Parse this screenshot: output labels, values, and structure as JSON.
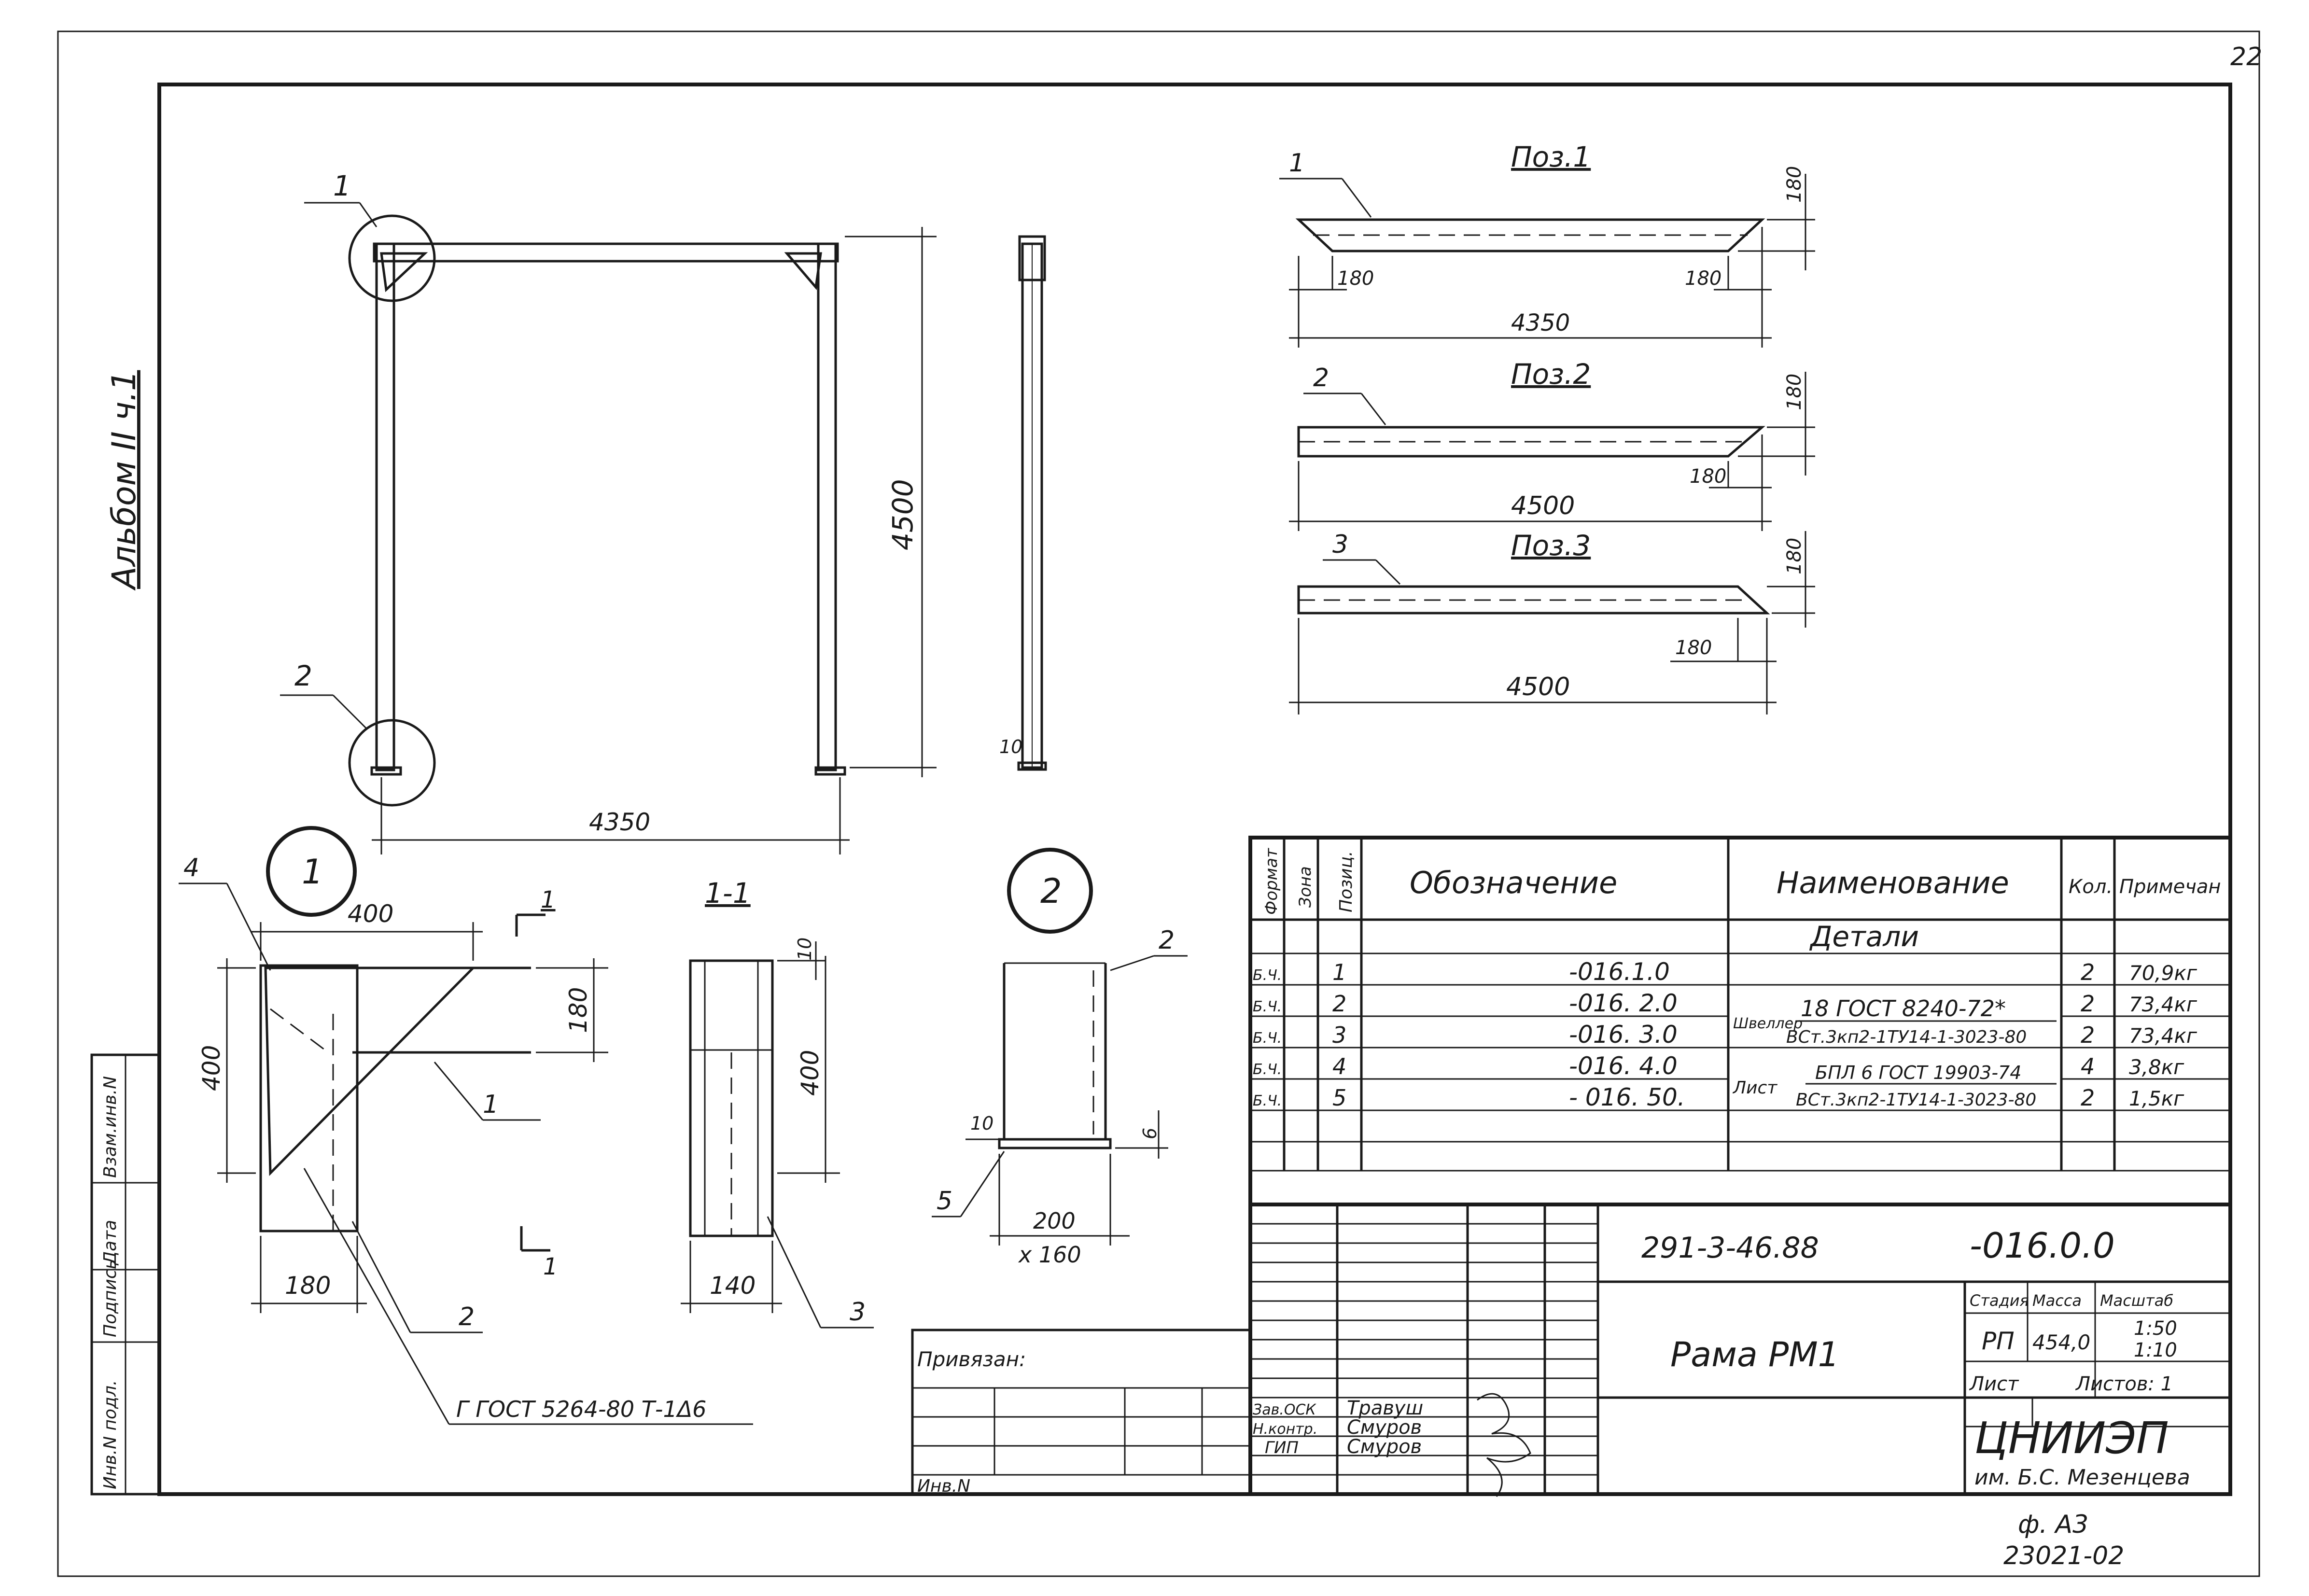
{
  "sheet": {
    "page_number": "22",
    "album_label": "Альбом II ч.1",
    "format_label": "ф. А3",
    "format_code": "23021-02"
  },
  "frame_view": {
    "callout_1": "1",
    "callout_2": "2",
    "width_dim": "4350",
    "height_dim": "4500",
    "side_base_dim": "10"
  },
  "pos1": {
    "title": "Поз.1",
    "leader": "1",
    "cut_left": "180",
    "cut_right": "180",
    "height": "180",
    "length": "4350"
  },
  "pos2": {
    "title": "Поз.2",
    "leader": "2",
    "cut": "180",
    "height": "180",
    "length": "4500"
  },
  "pos3": {
    "title": "Поз.3",
    "leader": "3",
    "cut": "180",
    "height": "180",
    "length": "4500"
  },
  "node1": {
    "label": "1",
    "dim_top": "400",
    "dim_left": "400",
    "dim_right": "180",
    "dim_bottom": "180",
    "pos_4": "4",
    "pos_1": "1",
    "pos_2": "2",
    "section_mark": "1",
    "weld_note": "Г ГОСТ 5264-80 Т-1Δ6"
  },
  "section11": {
    "title": "1-1",
    "dim_top": "10",
    "dim_side": "400",
    "dim_bottom": "140",
    "pos_3": "3"
  },
  "node2": {
    "label": "2",
    "pos_2": "2",
    "pos_5": "5",
    "dim_weld": "10",
    "dim_plate": "6",
    "dim_w": "200",
    "dim_h": "x 160"
  },
  "spec": {
    "headers": [
      "Формат",
      "Зона",
      "Позиц.",
      "Обозначение",
      "Наименование",
      "Кол.",
      "Примечан"
    ],
    "section": "Детали",
    "rows": [
      {
        "fmt": "Б.Ч.",
        "pos": "1",
        "designation": "-016.1.0",
        "qty": "2",
        "note": "70,9кг"
      },
      {
        "fmt": "Б.Ч.",
        "pos": "2",
        "designation": "-016. 2.0",
        "qty": "2",
        "note": "73,4кг"
      },
      {
        "fmt": "Б.Ч.",
        "pos": "3",
        "designation": "-016. 3.0",
        "qty": "2",
        "note": "73,4кг"
      },
      {
        "fmt": "Б.Ч.",
        "pos": "4",
        "designation": "-016. 4.0",
        "qty": "4",
        "note": "3,8кг"
      },
      {
        "fmt": "Б.Ч.",
        "pos": "5",
        "designation": "- 016. 50.",
        "qty": "2",
        "note": "1,5кг"
      }
    ],
    "channel_word": "Швеллер",
    "channel_top": "18 ГОСТ 8240-72*",
    "channel_bottom": "ВСт.3кп2-1ТУ14-1-3023-80",
    "sheet_word": "Лист",
    "sheet_top": "БПЛ 6 ГОСТ 19903-74",
    "sheet_bottom": "ВСт.3кп2-1ТУ14-1-3023-80"
  },
  "title_block": {
    "doc_code": "291-3-46.88",
    "doc_suffix": "-016.0.0",
    "name": "Рама РМ1",
    "stage_label": "Стадия",
    "mass_label": "Масса",
    "scale_label": "Масштаб",
    "stage": "РП",
    "mass": "454,0",
    "scale_1": "1:50",
    "scale_2": "1:10",
    "sheet_label": "Лист",
    "sheets_label": "Листов: 1",
    "org": "ЦНИИЭП",
    "org_sub": "им. Б.С. Мезенцева",
    "bound_label": "Привязан:",
    "inv_label": "Инв.N",
    "signers": [
      {
        "role": "Зав.ОСК",
        "name": "Травуш"
      },
      {
        "role": "Н.контр.",
        "name": "Смуров"
      },
      {
        "role": "ГИП",
        "name": "Смуров"
      }
    ]
  },
  "side_stamp": [
    "Инв.N подл.",
    "Подпись",
    "Дата",
    "Взам.инв.N"
  ]
}
